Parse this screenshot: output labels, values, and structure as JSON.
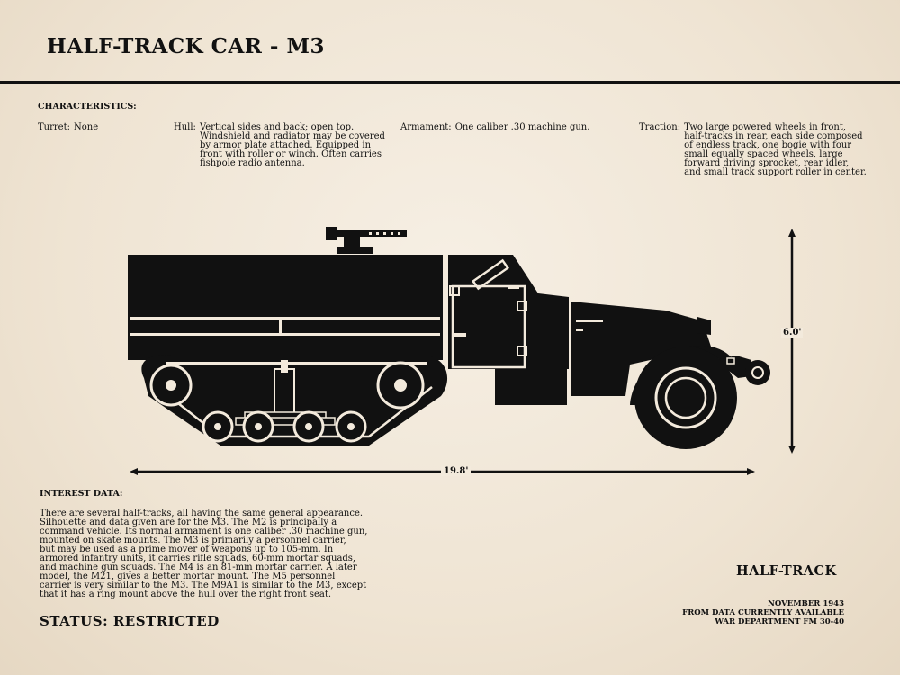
{
  "title": "HALF-TRACK CAR - M3",
  "characteristics": {
    "heading": "CHARACTERISTICS:",
    "turret": {
      "label": "Turret:",
      "text": "None"
    },
    "hull": {
      "label": "Hull:",
      "text": "Vertical sides and back; open top.\nWindshield and radiator may be covered\nby armor plate attached. Equipped in\nfront with roller or winch. Often carries\nfishpole radio antenna."
    },
    "armament": {
      "label": "Armament:",
      "text": "One caliber .30 machine gun."
    },
    "traction": {
      "label": "Traction:",
      "text": "Two large powered wheels in front,\nhalf-tracks in rear, each side composed\nof endless track, one bogie with four\nsmall equally spaced wheels, large\nforward driving sprocket, rear idler,\nand small track support roller in center."
    }
  },
  "dimensions": {
    "length": "19.8'",
    "height": "6.0'"
  },
  "interest": {
    "heading": "INTEREST DATA:",
    "text": "There are several half-tracks, all having the same general appearance.\nSilhouette and data given are for the M3. The M2 is principally a\ncommand vehicle. Its normal armament is one caliber .30 machine gun,\nmounted on skate mounts. The M3 is primarily a personnel carrier,\nbut may be used as a prime mover of weapons up to 105-mm. In\narmored infantry units, it carries rifle squads, 60-mm mortar squads,\nand machine gun squads. The M4 is an 81-mm mortar carrier. A later\nmodel, the M21, gives a better mortar mount. The M5 personnel\ncarrier is very similar to the M3. The M9A1 is similar to the M3, except\nthat it has a ring mount above the hull over the right front seat."
  },
  "status": "STATUS: RESTRICTED",
  "footer": {
    "name": "HALF-TRACK",
    "source_lines": [
      "NOVEMBER 1943",
      "FROM DATA CURRENTLY AVAILABLE",
      "WAR DEPARTMENT FM 30-40"
    ]
  },
  "colors": {
    "ink": "#111111",
    "paper": "#f3eadc"
  }
}
